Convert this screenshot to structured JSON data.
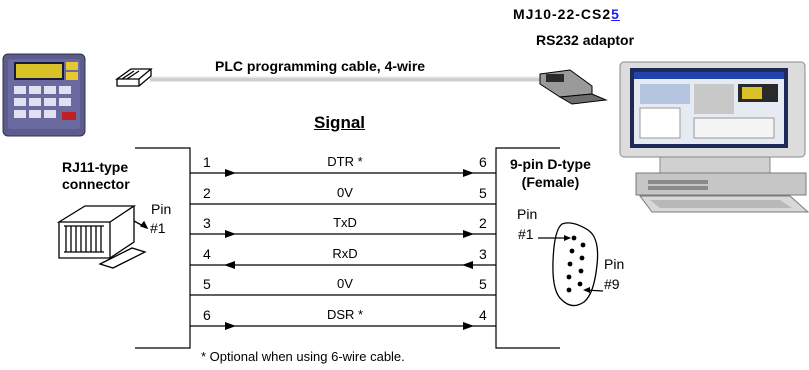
{
  "header": {
    "part_number_prefix": "MJ10-22-CS2",
    "part_number_link": "5",
    "adaptor_label": "RS232 adaptor",
    "cable_label": "PLC programming cable, 4-wire"
  },
  "signal_title": "Signal",
  "left_connector": {
    "line1": "RJ11-type",
    "line2": "connector",
    "pin_word": "Pin",
    "pin_num": "#1"
  },
  "right_connector": {
    "line1": "9-pin  D-type",
    "line2": "(Female)",
    "pin_word_top": "Pin",
    "pin1": "#1",
    "pin_word_bottom": "Pin",
    "pin9": "#9"
  },
  "wires": [
    {
      "left_pin": "1",
      "signal": "DTR *",
      "right_pin": "6",
      "direction": "right"
    },
    {
      "left_pin": "2",
      "signal": "0V",
      "right_pin": "5",
      "direction": "none"
    },
    {
      "left_pin": "3",
      "signal": "TxD",
      "right_pin": "2",
      "direction": "right"
    },
    {
      "left_pin": "4",
      "signal": "RxD",
      "right_pin": "3",
      "direction": "left"
    },
    {
      "left_pin": "5",
      "signal": "0V",
      "right_pin": "5",
      "direction": "none"
    },
    {
      "left_pin": "6",
      "signal": "DSR *",
      "right_pin": "4",
      "direction": "right"
    }
  ],
  "footnote": "* Optional when using 6-wire cable.",
  "colors": {
    "line": "#000000",
    "cable": "#c8c8c8",
    "link": "#1a1aff",
    "plc_body": "#5a5a8a",
    "plc_screen": "#d4c21a",
    "monitor": "#d6d6d6"
  },
  "icons": [
    "plc-device-icon",
    "rj11-plug-icon",
    "db9-plug-icon",
    "computer-icon",
    "rj11-connector-icon",
    "db9-connector-icon"
  ]
}
